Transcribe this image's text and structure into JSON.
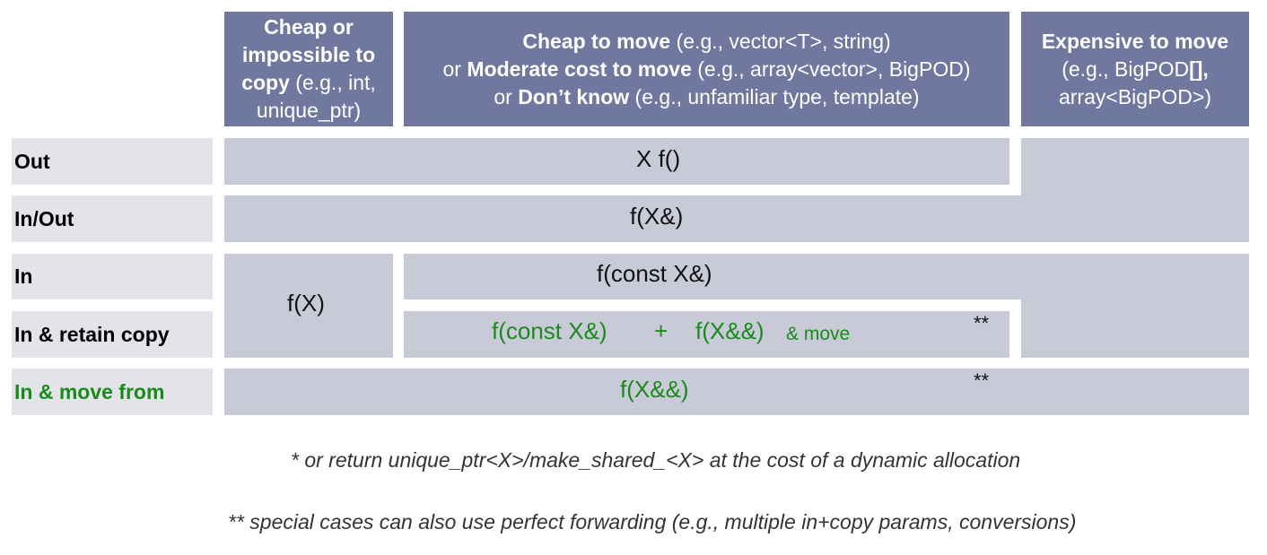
{
  "headers": {
    "col1": {
      "bold1": "Cheap or",
      "bold2": "impossible to",
      "bold3": "copy",
      "rest3": " (e.g., int,",
      "line4": "unique_ptr)"
    },
    "col2": {
      "l1_bold": "Cheap to move",
      "l1_rest": " (e.g., vector<T>, string)",
      "l2_pre": "or ",
      "l2_bold": "Moderate cost to move",
      "l2_rest": " (e.g., array<vector>, BigPOD)",
      "l3_pre": "or ",
      "l3_bold": "Don’t know",
      "l3_rest": " (e.g., unfamiliar type, template)"
    },
    "col3": {
      "bold1": "Expensive to move",
      "l2_pre": "(e.g., BigPOD",
      "l2_bold": "[],",
      "l3": "array<BigPOD>)"
    }
  },
  "rows": {
    "out": "Out",
    "inout": "In/Out",
    "in": "In",
    "retain": "In & retain copy",
    "movefrom": "In & move from"
  },
  "cells": {
    "out": "X f()",
    "inout": "f(X&)",
    "in": "f(const X&)",
    "by_value": "f(X)",
    "retain_a": "f(const X&)",
    "retain_plus": "+",
    "retain_b": "f(X&&)",
    "retain_suffix": "& move",
    "movefrom": "f(X&&)",
    "star2_retain": "**",
    "star2_move": "**"
  },
  "notes": {
    "note1": "* or return unique_ptr<X>/make_shared_<X> at the cost of a dynamic allocation",
    "note2": "** special cases can also use perfect forwarding (e.g., multiple in+copy params, conversions)"
  },
  "colors": {
    "header": "#7178a0",
    "cell": "#c8cad8",
    "label": "#e2e4ea",
    "green": "#1a8a1a"
  }
}
